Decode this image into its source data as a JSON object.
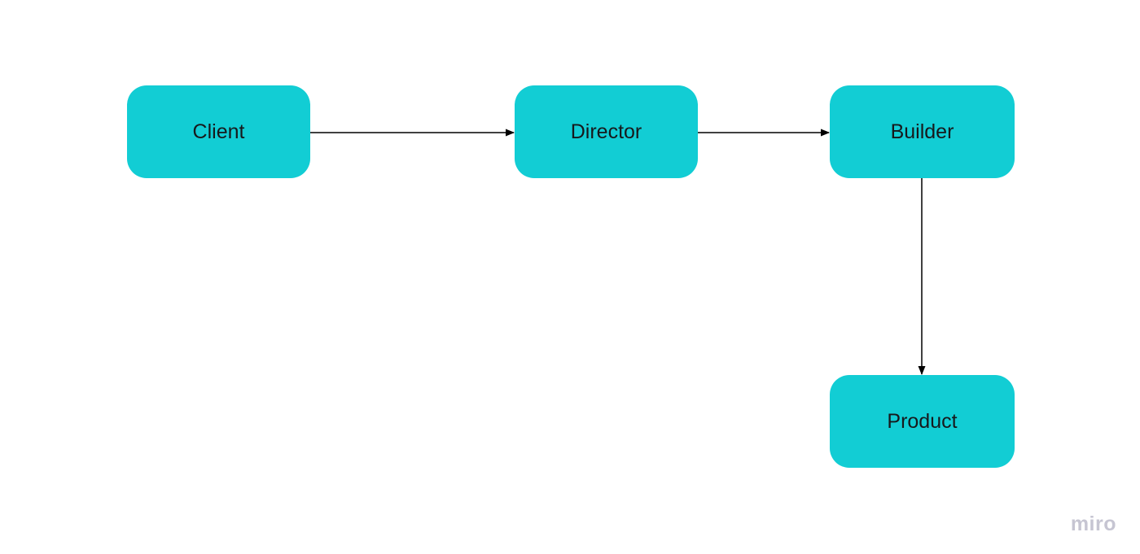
{
  "diagram": {
    "nodes": [
      {
        "id": "client",
        "label": "Client"
      },
      {
        "id": "director",
        "label": "Director"
      },
      {
        "id": "builder",
        "label": "Builder"
      },
      {
        "id": "product",
        "label": "Product"
      }
    ],
    "edges": [
      {
        "from": "client",
        "to": "director",
        "direction": "right"
      },
      {
        "from": "director",
        "to": "builder",
        "direction": "right"
      },
      {
        "from": "builder",
        "to": "product",
        "direction": "down"
      }
    ],
    "colors": {
      "node_fill": "#12cdd4",
      "node_text": "#17191c",
      "arrow": "#000000",
      "background": "#ffffff",
      "watermark": "#c6c5d2"
    }
  },
  "watermark": {
    "label": "miro"
  }
}
